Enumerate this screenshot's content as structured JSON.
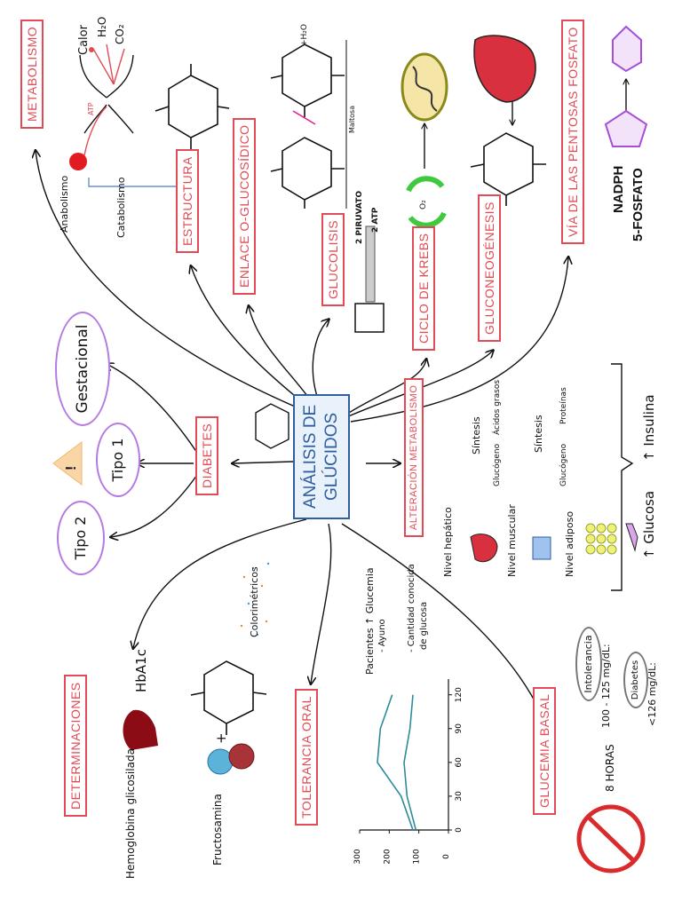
{
  "central": {
    "line1": "ANÁLISIS DE",
    "line2": "GLÚCIDOS"
  },
  "branches": {
    "metabolismo": "METABOLISMO",
    "estructura": "ESTRUCTURA",
    "enlace": "ENLACE O-GLUCOSÍDICO",
    "glucolisis": "GLUCOLISIS",
    "krebs": "CICLO DE KREBS",
    "gluconeogenesis": "GLUCONEOGÉNESIS",
    "pentosas": "VÍA DE LAS PENTOSAS FOSFATO",
    "diabetes": "DIABETES",
    "alteracion": "ALTERACIÓN METABOLISMO",
    "determinaciones": "DETERMINACIONES",
    "tolerancia": "TOLERANCIA ORAL",
    "glucemia_basal": "GLUCEMIA BASAL"
  },
  "metabolismo": {
    "anabolismo": "Anabolismo",
    "catabolismo": "Catabolismo",
    "calor": "Calor",
    "h2o": "H₂O",
    "co2": "CO₂",
    "atp": "ATP"
  },
  "enlace": {
    "h2o": "+H₂O",
    "maltosa": "Maltosa"
  },
  "glucolisis": {
    "piruvato": "2 PIRUVATO",
    "atp": "2 ATP"
  },
  "krebs": {
    "o2": "O₂"
  },
  "pentosas": {
    "nadph": "NADPH",
    "fosfato": "5-FOSFATO"
  },
  "diabetes": {
    "gestacional": "Gestacional",
    "tipo1": "Tipo 1",
    "tipo2": "Tipo 2",
    "warning": "!"
  },
  "alteracion": {
    "hepatico": "Nivel hepático",
    "muscular": "Nivel muscular",
    "adiposo": "Nivel adiposo",
    "sintesis1": "Síntesis",
    "glucogeno1": "Glucógeno",
    "acidos": "Ácidos grasos",
    "sintesis2": "Síntesis",
    "glucogeno2": "Glucógeno",
    "proteinas": "Proteínas",
    "glucosa": "↑ Glucosa",
    "insulina": "↑ Insulina"
  },
  "determinaciones": {
    "hba1c": "HbA1c",
    "hemoglobina": "Hemoglobina glicosilada",
    "fructosamina": "Fructosamina",
    "colorimetricos": "Colorimétricos",
    "plus": "+"
  },
  "tolerancia": {
    "pacientes": "Pacientes ↑ Glucemia",
    "ayuno": "- Ayuno",
    "cantidad1": "- Cantidad conocida",
    "cantidad2": "de glucosa"
  },
  "glucemia_basal": {
    "horas": "8 HORAS",
    "intolerancia": "Intolerancia",
    "rango1": "100 - 125 mg/dL:",
    "diabetes": "Diabetes",
    "rango2": "<126 mg/dL:"
  },
  "chart_data": {
    "type": "line",
    "x": [
      0,
      30,
      60,
      90,
      120
    ],
    "series": [
      {
        "values": [
          120,
          160,
          240,
          230,
          190
        ]
      },
      {
        "values": [
          110,
          140,
          150,
          130,
          120
        ]
      }
    ],
    "xticks": [
      "0",
      "30",
      "60",
      "90",
      "120"
    ],
    "yticks": [
      "0",
      "100",
      "200",
      "300"
    ],
    "xlim": [
      0,
      130
    ],
    "ylim": [
      0,
      300
    ],
    "color": "#2e8b9a"
  },
  "colors": {
    "red": "#e24b55",
    "blue": "#2f5f9e",
    "purple": "#b57be0",
    "teal": "#2e8b9a"
  }
}
